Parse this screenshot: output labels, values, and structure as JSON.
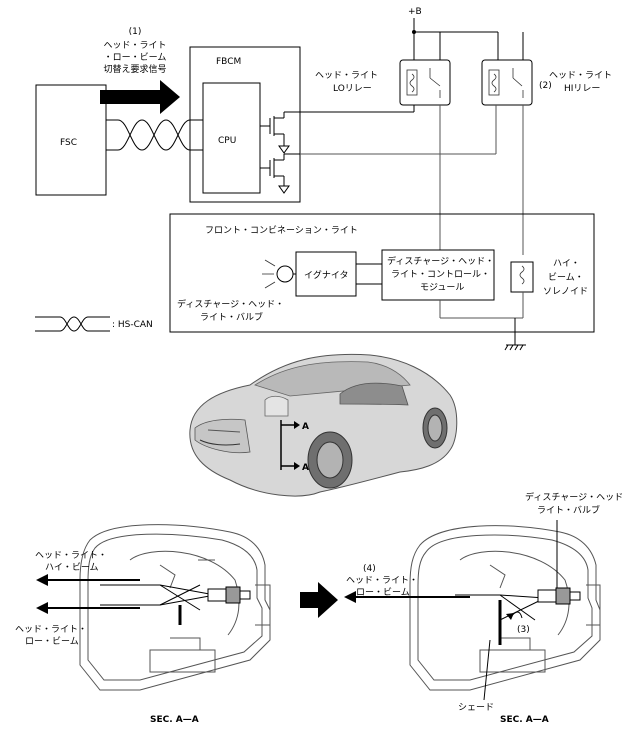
{
  "circuit": {
    "plus_b": "+B",
    "request_num": "(1)",
    "request_line1": "ヘッド・ライト",
    "request_line2": "・ロー・ビーム",
    "request_line3": "切替え要求信号",
    "fsc": "FSC",
    "fbcm": "FBCM",
    "cpu": "CPU",
    "lo_relay_line1": "ヘッド・ライト",
    "lo_relay_line2": "LOリレー",
    "hi_relay_num": "(2)",
    "hi_relay_line1": "ヘッド・ライト",
    "hi_relay_line2": "HIリレー",
    "combination_light": "フロント・コンビネーション・ライト",
    "igniter": "イグナイタ",
    "control_module_line1": "ディスチャージ・ヘッド・",
    "control_module_line2": "ライト・コントロール・",
    "control_module_line3": "モジュール",
    "solenoid_line1": "ハイ・",
    "solenoid_line2": "ビーム・",
    "solenoid_line3": "ソレノイド",
    "bulb_line1": "ディスチャージ・ヘッド・",
    "bulb_line2": "ライト・バルブ",
    "legend_label": ": HS-CAN"
  },
  "car": {
    "section_marker_top": "A",
    "section_marker_bottom": "A"
  },
  "section_left": {
    "high_beam_line1": "ヘッド・ライト・",
    "high_beam_line2": "ハイ・ビーム",
    "low_beam_line1": "ヘッド・ライト・",
    "low_beam_line2": "ロー・ビーム",
    "caption": "SEC. A—A"
  },
  "section_right": {
    "bulb_line1": "ディスチャージ・ヘッド・",
    "bulb_line2": "ライト・バルブ",
    "low_beam_num": "(4)",
    "low_beam_line1": "ヘッド・ライト・",
    "low_beam_line2": "ロー・ビーム",
    "shade_num": "(3)",
    "shade_label": "シェード",
    "caption": "SEC. A—A"
  }
}
